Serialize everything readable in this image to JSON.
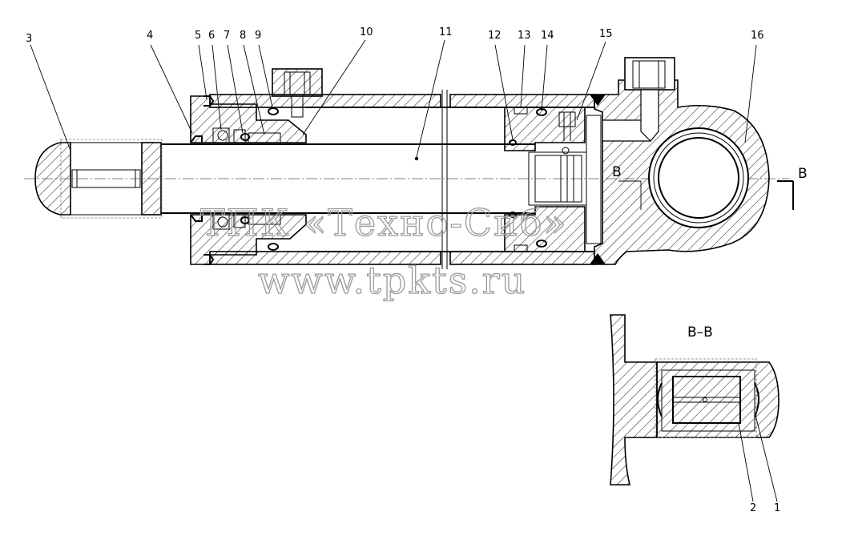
{
  "callouts": {
    "c1": "1",
    "c2": "2",
    "c3": "3",
    "c4": "4",
    "c5": "5",
    "c6": "6",
    "c7": "7",
    "c8": "8",
    "c9": "9",
    "c10": "10",
    "c11": "11",
    "c12": "12",
    "c13": "13",
    "c14": "14",
    "c15": "15",
    "c16": "16"
  },
  "section": {
    "marker_left": "B",
    "marker_right": "B",
    "view_title": "B–B"
  },
  "watermark": {
    "line1": "ТПК «Техно-Сиб»",
    "line2": "www.tpkts.ru"
  }
}
